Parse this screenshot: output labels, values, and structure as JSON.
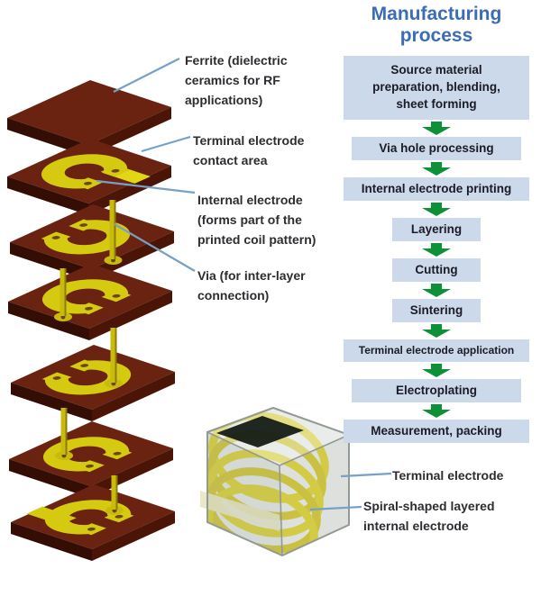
{
  "flowchart": {
    "title": "Manufacturing process",
    "steps": [
      {
        "label": "Source material preparation, blending, sheet forming"
      },
      {
        "label": "Via hole processing"
      },
      {
        "label": "Internal electrode printing"
      },
      {
        "label": "Layering"
      },
      {
        "label": "Cutting"
      },
      {
        "label": "Sintering"
      },
      {
        "label": "Terminal electrode application"
      },
      {
        "label": "Electroplating"
      },
      {
        "label": "Measurement, packing"
      }
    ]
  },
  "stack_labels": {
    "ferrite": "Ferrite (dielectric ceramics for RF applications)",
    "terminal_contact": "Terminal electrode contact area",
    "internal_electrode": "Internal electrode (forms part of the printed coil pattern)",
    "via": "Via (for inter-layer connection)"
  },
  "component_labels": {
    "terminal": "Terminal electrode",
    "spiral": "Spiral-shaped layered internal electrode"
  },
  "colors": {
    "title_blue": "#3b6cb5",
    "flow_box_fill": "#cbd9ea",
    "arrow_green": "#0d9038",
    "ferrite_brown": "#6a2311",
    "electrode_yellow": "#d6ca10",
    "leader_line_blue": "#76a0c6"
  }
}
